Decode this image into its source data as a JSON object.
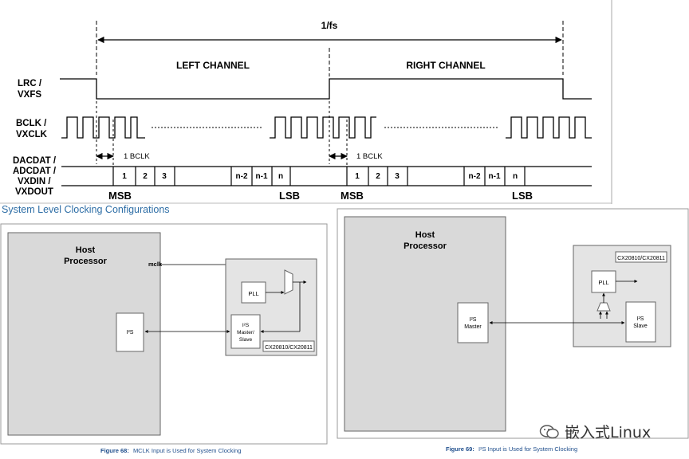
{
  "timing": {
    "period_label": "1/fs",
    "left_channel": "LEFT CHANNEL",
    "right_channel": "RIGHT CHANNEL",
    "lrc_label": [
      "LRC /",
      "VXFS"
    ],
    "bclk_label": [
      "BCLK /",
      "VXCLK"
    ],
    "data_label": [
      "DACDAT /",
      "ADCDAT /",
      "VXDIN /",
      "VXDOUT"
    ],
    "one_bclk": "1 BCLK",
    "bits": [
      "1",
      "2",
      "3",
      "n-2",
      "n-1",
      "n"
    ],
    "msb": "MSB",
    "lsb": "LSB"
  },
  "section_title": "System Level Clocking Configurations",
  "figure68": {
    "host": [
      "Host",
      "Processor"
    ],
    "mclk": "mclk",
    "i2s_block": "I²S",
    "pll": "PLL",
    "i2s_master_slave": [
      "I²S",
      "Master/",
      "Slave"
    ],
    "chip_label": "CX20810/CX20811",
    "caption_num": "Figure 68:",
    "caption_text": "MCLK Input is Used for System Clocking"
  },
  "figure69": {
    "host": [
      "Host",
      "Processor"
    ],
    "i2s_master": [
      "I²S",
      "Master"
    ],
    "chip_label": "CX20810/CX20811",
    "pll": "PLL",
    "i2s_slave": [
      "I²S",
      "Slave"
    ],
    "caption_num": "Figure 69:",
    "caption_text": "I²S Input is Used for System Clocking"
  },
  "watermark": "嵌入式Linux",
  "colors": {
    "title_blue": "#2e6ea6",
    "caption_blue": "#1f4e8c",
    "host_fill": "#d9d9d9",
    "chip_fill": "#e4e4e4"
  }
}
